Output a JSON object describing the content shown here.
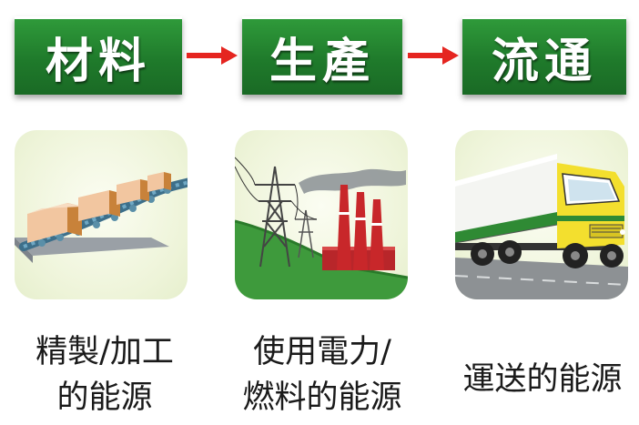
{
  "stages": [
    {
      "label": "材料"
    },
    {
      "label": "生產"
    },
    {
      "label": "流通"
    }
  ],
  "captions": [
    {
      "line1": "精製/加工",
      "line2": "的能源"
    },
    {
      "line1": "使用電力/",
      "line2": "燃料的能源"
    },
    {
      "line1": "運送的能源",
      "line2": ""
    }
  ],
  "colors": {
    "stage_green": "#1f7a2b",
    "arrow_red": "#e52520",
    "panel_bg": "#eef4d9"
  },
  "icons": [
    "conveyor-belt-boxes-icon",
    "power-plant-transmission-tower-icon",
    "delivery-truck-icon"
  ]
}
